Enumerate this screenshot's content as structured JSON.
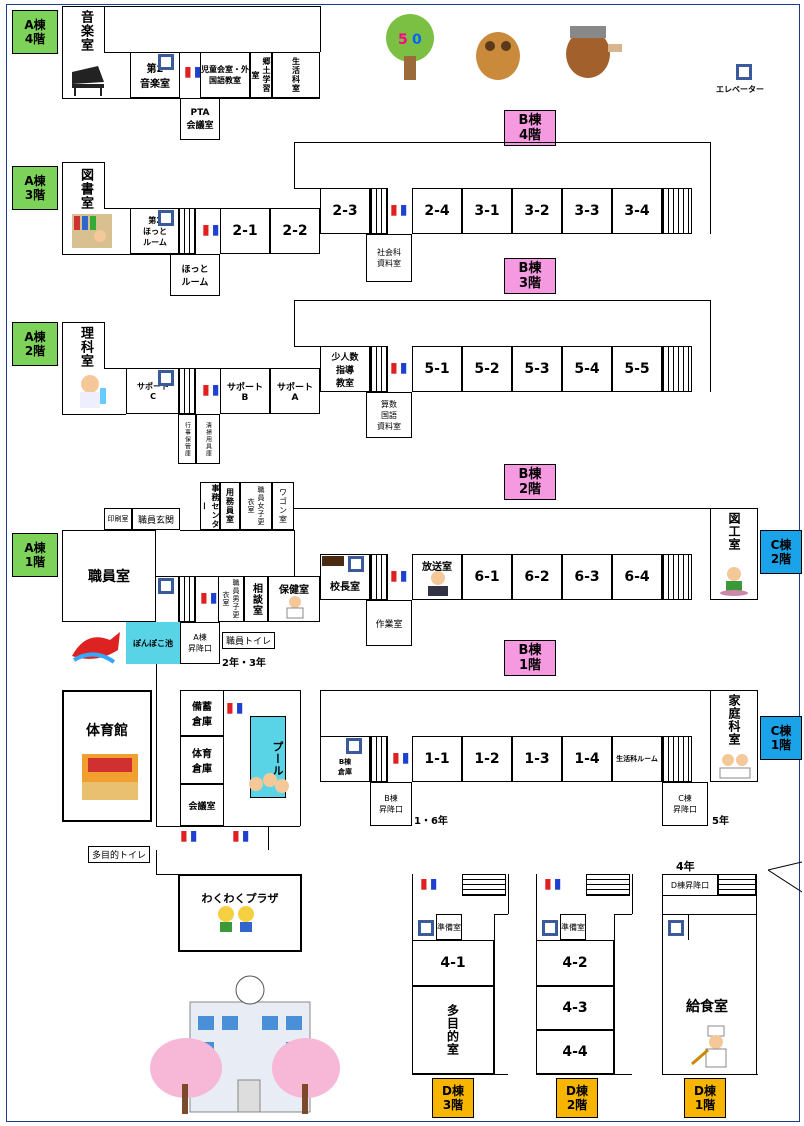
{
  "colors": {
    "floor_a": "#7dd35a",
    "floor_b": "#f59ae0",
    "floor_c": "#1aa3e8",
    "floor_d": "#f7b500",
    "pond": "#59d3e6",
    "elevator": "#3a5a9a"
  },
  "labels": {
    "a4": "A棟\n4階",
    "a3": "A棟\n3階",
    "a2": "A棟\n2階",
    "a1": "A棟\n1階",
    "b4": "B棟\n4階",
    "b3": "B棟\n3階",
    "b2": "B棟\n2階",
    "b1": "B棟\n1階",
    "c2": "C棟\n2階",
    "c1": "C棟\n1階",
    "d3": "D棟\n3階",
    "d2": "D棟\n2階",
    "d1": "D棟\n1階"
  },
  "floor4": {
    "music": "音楽室",
    "music2": "第2\n音楽室",
    "children": "児童会室・外国語教室",
    "local": "郷土学習室",
    "life": "生活科室",
    "pta": "PTA\n会議室",
    "elevator": "エレベーター"
  },
  "floor3": {
    "library": "図書室",
    "hot2": "第2\nほっと\nルーム",
    "hot": "ほっと\nルーム",
    "social": "社会科\n資料室",
    "rooms": [
      "2-1",
      "2-2",
      "2-3",
      "2-4",
      "3-1",
      "3-2",
      "3-3",
      "3-4"
    ]
  },
  "floor2": {
    "science": "理科室",
    "supC": "サポート\nC",
    "supB": "サポート\nB",
    "supA": "サポート\nA",
    "small": "少人数\n指導\n教室",
    "math": "算数\n国語\n資料室",
    "event": "行事保管庫",
    "clean": "清掃用具庫",
    "rooms": [
      "5-1",
      "5-2",
      "5-3",
      "5-4",
      "5-5"
    ]
  },
  "floor1": {
    "print": "印刷室",
    "entrance": "職員玄関",
    "office": "事務センター",
    "tools": "用務員室",
    "wfemale": "職員女子更衣室",
    "wagon": "ワゴン室",
    "staff": "職員室",
    "mmale": "職員男子更衣室",
    "consult": "相談室",
    "nurse": "保健室",
    "principal": "校長室",
    "broadcast": "放送室",
    "work": "作業室",
    "art": "図工室",
    "rooms": [
      "6-1",
      "6-2",
      "6-3",
      "6-4"
    ],
    "pond": "ぽんぽこ池",
    "lift_a": "A棟\n昇降口",
    "staff_toilet": "職員トイレ",
    "grade23": "2年・3年"
  },
  "b1": {
    "storage": "B棟\n倉庫",
    "lift_b": "B棟\n昇降口",
    "grade16": "1・6年",
    "lifesci": "生活科ルーム",
    "lift_c": "C棟\n昇降口",
    "grade5": "5年",
    "home": "家庭科室",
    "rooms": [
      "1-1",
      "1-2",
      "1-3",
      "1-4"
    ]
  },
  "west": {
    "gym": "体育館",
    "stock": "備蓄\n倉庫",
    "gymstore": "体育\n倉庫",
    "pool": "プール",
    "meeting": "会議室",
    "multi_toilet": "多目的トイレ",
    "plaza": "わくわくプラザ"
  },
  "dwing": {
    "prep": "準備室",
    "r41": "4-1",
    "r42": "4-2",
    "r43": "4-3",
    "r44": "4-4",
    "multi": "多目的室",
    "grade4": "4年",
    "lift_d": "D棟昇降口",
    "lunch": "給食室"
  }
}
